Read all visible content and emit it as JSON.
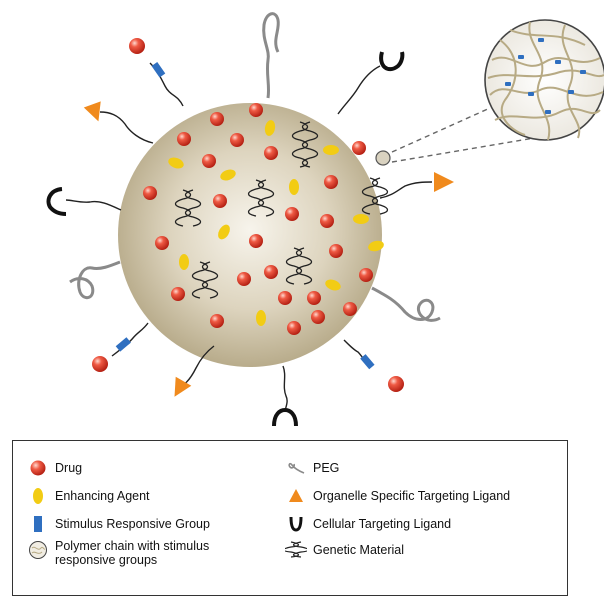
{
  "legend": {
    "items": [
      {
        "id": "drug",
        "label": "Drug",
        "icon": "drug-sphere-icon"
      },
      {
        "id": "enhancing_agent",
        "label": "Enhancing Agent",
        "icon": "yellow-ellipse-icon"
      },
      {
        "id": "stimulus_group",
        "label": "Stimulus Responsive Group",
        "icon": "blue-block-icon"
      },
      {
        "id": "polymer_chain",
        "label": "Polymer chain with stimulus responsive groups",
        "icon": "polymer-circle-icon"
      },
      {
        "id": "peg",
        "label": "PEG",
        "icon": "peg-loop-icon"
      },
      {
        "id": "organelle_ligand",
        "label": "Organelle Specific Targeting Ligand",
        "icon": "orange-triangle-icon"
      },
      {
        "id": "cellular_ligand",
        "label": "Cellular Targeting Ligand",
        "icon": "u-shape-icon"
      },
      {
        "id": "genetic_material",
        "label": "Genetic Material",
        "icon": "helix-icon"
      }
    ]
  },
  "colors": {
    "particle_center": "#f6f3ea",
    "particle_edge": "#b8ab8c",
    "drug": "#e8402e",
    "enhancing_agent": "#f2cc14",
    "stimulus_group": "#2f6fc0",
    "organelle_ligand": "#f08a1d",
    "tether": "#222222",
    "peg": "#8a8a8a"
  }
}
